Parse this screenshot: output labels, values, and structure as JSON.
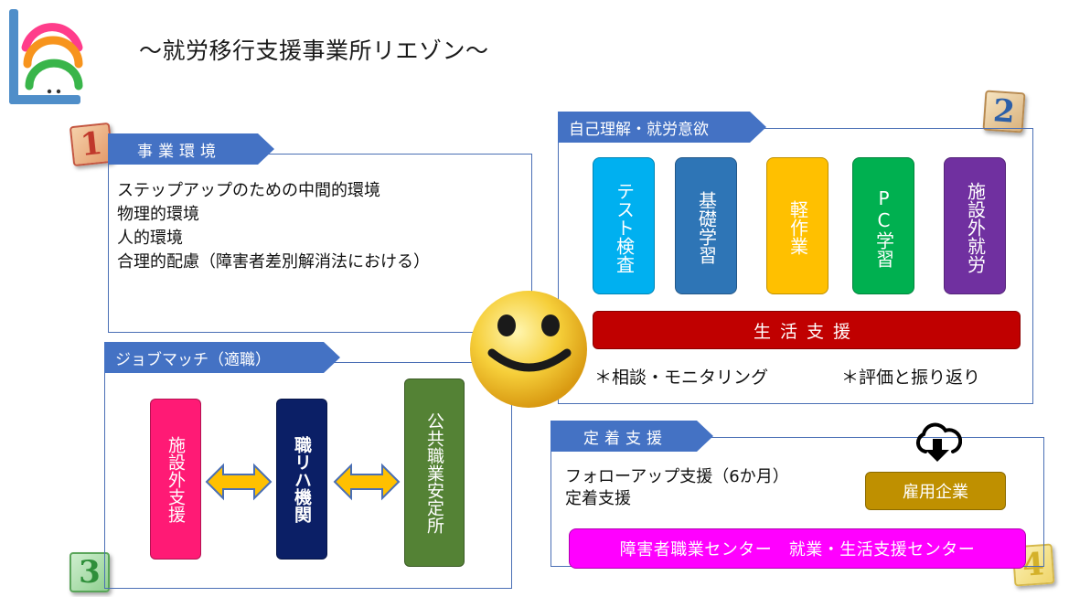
{
  "title": "～就労移行支援事業所リエゾン～",
  "blocks": [
    "1",
    "2",
    "3",
    "4"
  ],
  "section1": {
    "header": "事業環境",
    "lines": [
      "ステップアップのための中間的環境",
      "物理的環境",
      "人的環境",
      "合理的配慮（障害者差別解消法における）"
    ]
  },
  "section2": {
    "header": "自己理解・就労意欲",
    "boxes": [
      "テスト検査",
      "基礎学習",
      "軽作業",
      "PC学習",
      "施設外就労"
    ],
    "bar": "生活支援",
    "notes": [
      "＊相談・モニタリング",
      "＊評価と振り返り"
    ]
  },
  "section3": {
    "header": "ジョブマッチ（適職）",
    "boxes": [
      "施設外支援",
      "職リハ機関",
      "公共職業安定所"
    ]
  },
  "section4": {
    "header": "定着支援",
    "lines": [
      "フォローアップ支援（6か月）",
      "定着支援"
    ],
    "employer": "雇用企業",
    "bar": "障害者職業センター　就業・生活支援センター"
  },
  "icons": [
    "logo-icon",
    "smiley-icon",
    "cloud-download-icon",
    "double-arrow-icon"
  ],
  "colors": {
    "header_blue": "#4472c4",
    "test": "#00b0f0",
    "basic": "#2e75b6",
    "light_work": "#ffc000",
    "pc": "#00b050",
    "outside": "#7030a0",
    "life": "#c00000",
    "outside_support": "#ff1a75",
    "rehab": "#0b1f66",
    "hello_work": "#548235",
    "employer": "#bf9000",
    "center": "#ff00ff"
  }
}
